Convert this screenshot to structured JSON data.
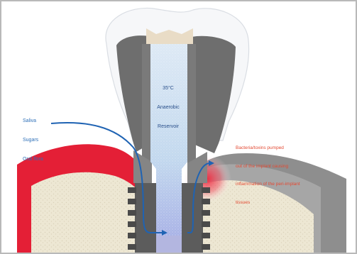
{
  "diagram": {
    "reservoir_label": [
      "35°C",
      "Anaerobic",
      "Reservoir"
    ],
    "source_label": [
      "Saliva",
      "Sugars",
      "Oral flora"
    ],
    "outflow_label": [
      "Bacteria/toxins pumped",
      "out of the implant causing",
      "inflammation of the peri-implant",
      "tissues"
    ]
  },
  "colors": {
    "arrow": "#1f63b3",
    "gum": "#e6233a",
    "crown_metal": "#6e6e6e",
    "bone": "#ece6d2",
    "reservoir": "#c7dcf0",
    "text_blue": "#2d6fb8",
    "text_red": "#e34a33"
  }
}
